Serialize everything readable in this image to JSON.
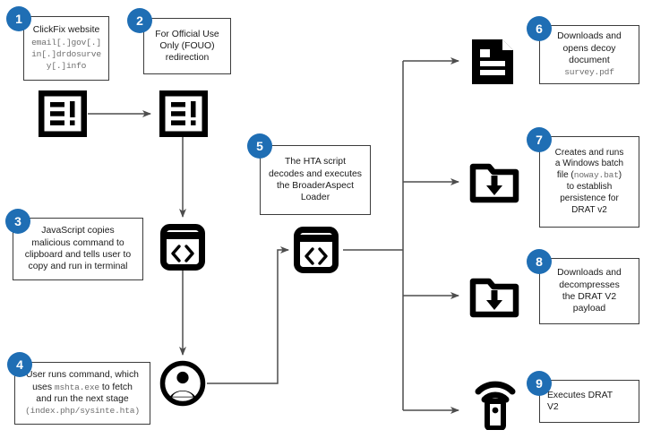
{
  "diagram": {
    "title": "ClickFix to DRAT v2 infection chain",
    "accent_color": "#1f6eb4",
    "line_color": "#4d4d4d",
    "icon_color": "#000000"
  },
  "steps": [
    {
      "number": "1",
      "heading": "ClickFix website",
      "code": "email[.]gov[.]in[.]drdosurvey[.]info",
      "code_lines": [
        "email[.]gov[.]",
        "in[.]drdosurve",
        "y[.]info"
      ]
    },
    {
      "number": "2",
      "heading": "For Official Use Only (FOUO) redirection",
      "lines": [
        "For Official Use",
        "Only (FOUO)",
        "redirection"
      ]
    },
    {
      "number": "3",
      "heading": "JavaScript copies malicious command to clipboard and tells user to copy and run in terminal",
      "lines": [
        "JavaScript copies",
        "malicious command to",
        "clipboard and tells user to",
        "copy and run in terminal"
      ]
    },
    {
      "number": "4",
      "line1": "User runs command, which",
      "line2a": "uses ",
      "line2code": "mshta.exe",
      "line2b": " to fetch",
      "line3": "and run the next stage",
      "line4code": "(index.php/sysinte.hta)"
    },
    {
      "number": "5",
      "heading": "The HTA script decodes and executes the BroaderAspect Loader",
      "lines": [
        "The HTA script",
        "decodes and executes",
        "the BroaderAspect",
        "Loader"
      ]
    },
    {
      "number": "6",
      "line1": "Downloads and",
      "line2": "opens decoy",
      "line3": "document",
      "code": "survey.pdf"
    },
    {
      "number": "7",
      "line1": "Creates and runs",
      "line2": "a Windows batch",
      "line3a": "file (",
      "line3code": "noway.bat",
      "line3b": ")",
      "line4": "to establish",
      "line5": "persistence for",
      "line6": "DRAT v2"
    },
    {
      "number": "8",
      "heading": "Downloads and decompresses the DRAT V2 payload",
      "lines": [
        "Downloads and",
        "decompresses",
        "the DRAT V2",
        "payload"
      ]
    },
    {
      "number": "9",
      "heading": "Executes DRAT V2",
      "lines": [
        "Executes DRAT",
        "V2"
      ]
    }
  ],
  "icons": {
    "website_a": "browser-alert-icon",
    "website_b": "browser-alert-icon",
    "script_a": "code-icon",
    "script_b": "code-icon",
    "user": "user-icon",
    "document": "document-icon",
    "download_a": "folder-download-icon",
    "download_b": "folder-download-icon",
    "beacon": "remote-beacon-icon"
  }
}
